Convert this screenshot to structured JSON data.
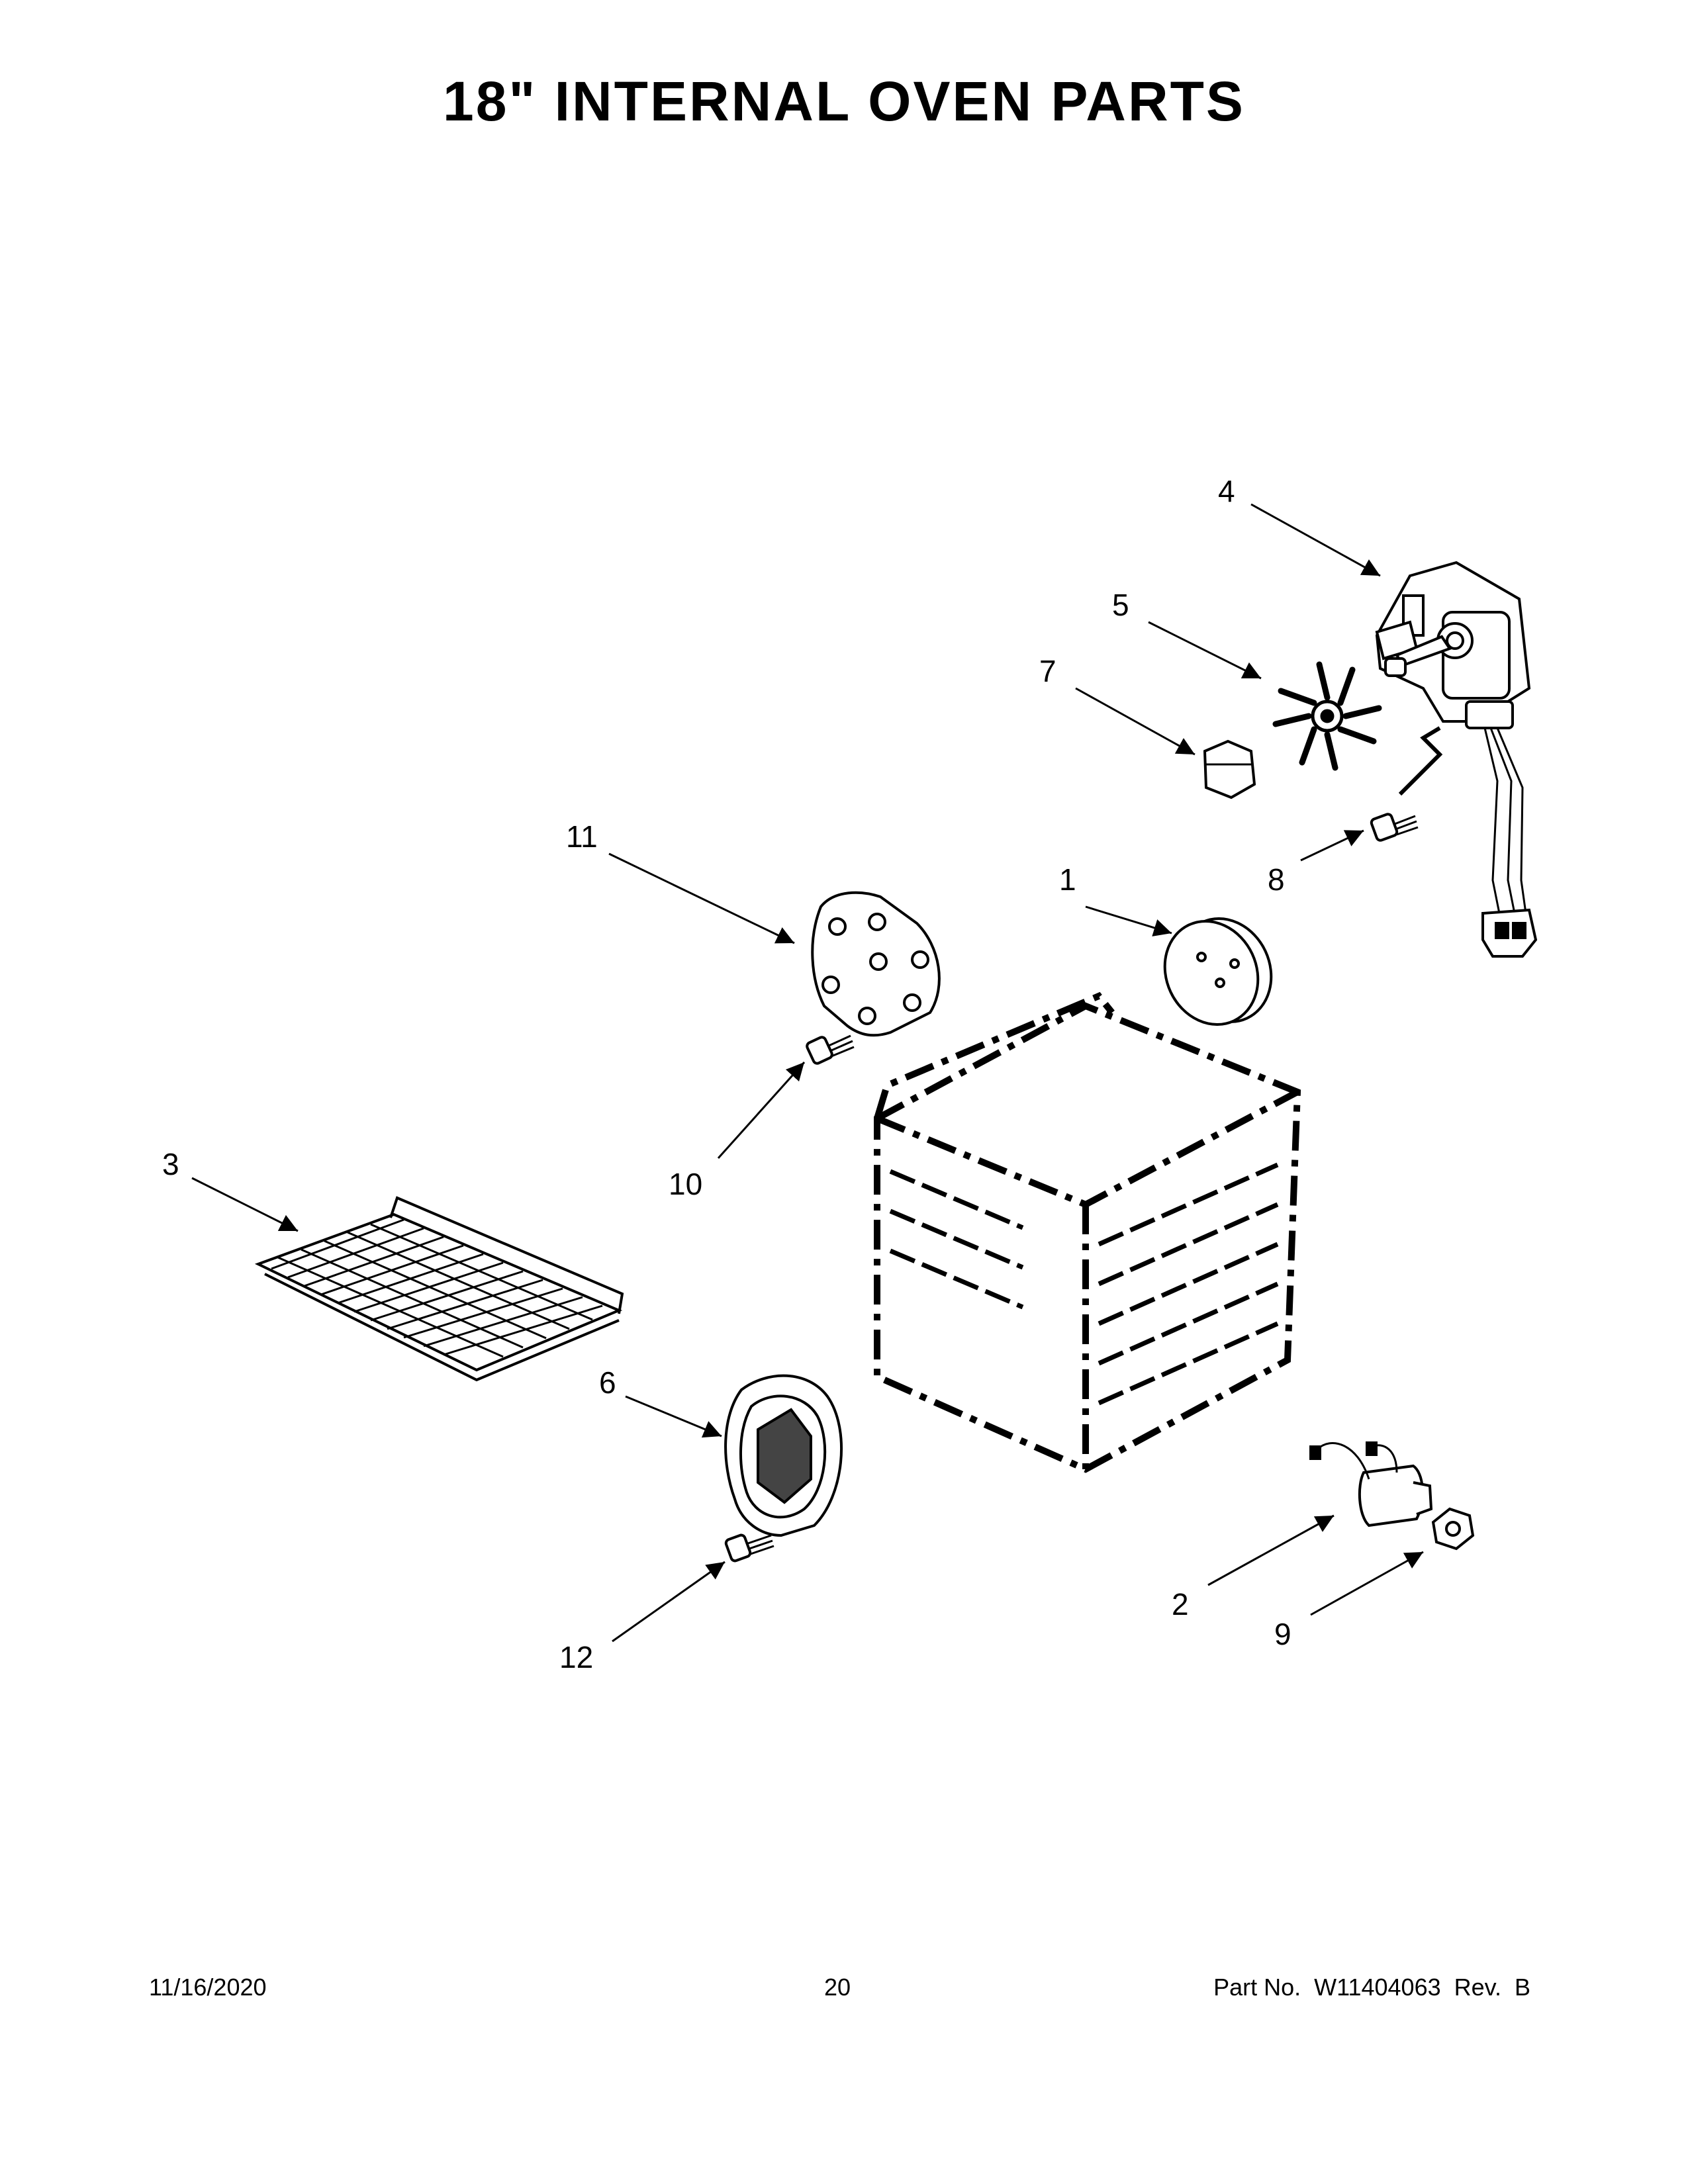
{
  "title": "18\" INTERNAL OVEN PARTS",
  "footer": {
    "date": "11/16/2020",
    "page": "20",
    "part_no": "Part No.  W11404063  Rev.  B"
  },
  "callouts": [
    "1",
    "2",
    "3",
    "4",
    "5",
    "6",
    "7",
    "8",
    "9",
    "10",
    "11",
    "12"
  ]
}
